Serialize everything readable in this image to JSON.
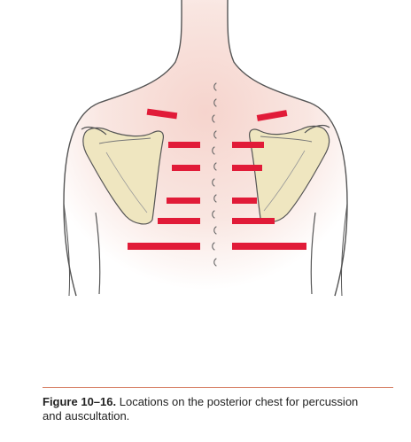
{
  "figure": {
    "label": "Figure 10–16.",
    "caption": "Locations on the posterior chest for percussion and auscultation."
  },
  "colors": {
    "marker": "#e11b38",
    "skin_tint": "#f6d8d2",
    "bone": "#efe6c0",
    "outline": "#555555",
    "rule": "#d8836a"
  },
  "marker_count": 12
}
